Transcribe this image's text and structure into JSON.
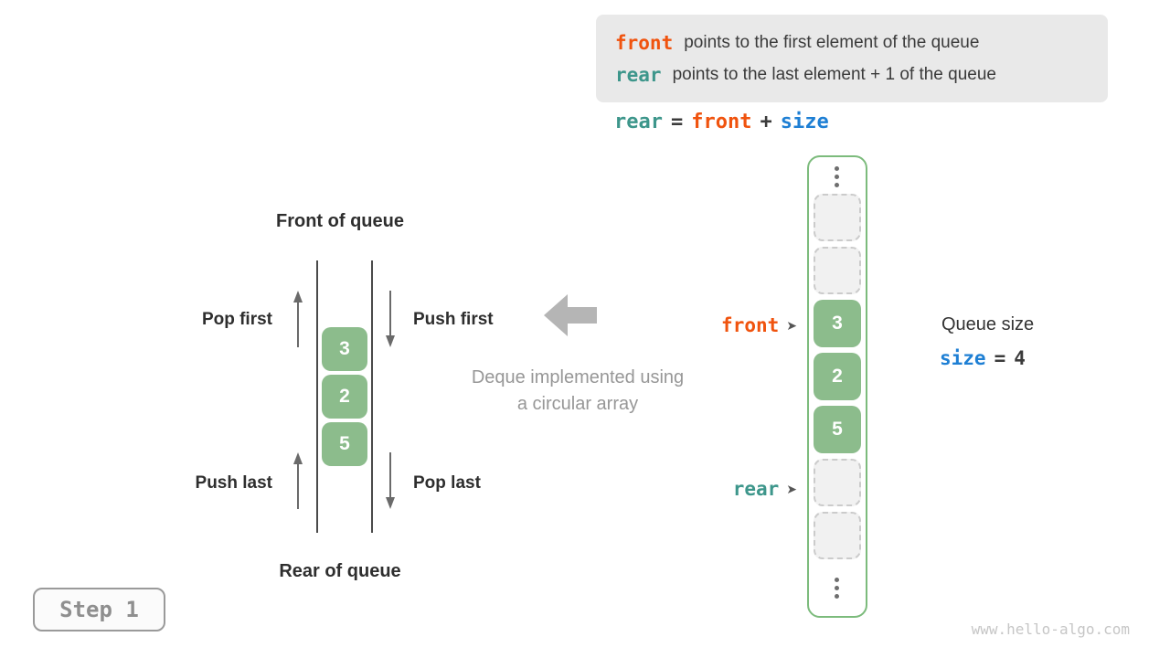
{
  "colors": {
    "front_orange": "#f0530e",
    "rear_teal": "#3d968b",
    "size_blue": "#1e7fd4",
    "cell_green": "#8cbc8c",
    "array_border_green": "#7cbb7c",
    "info_box_bg": "#e9e9e9",
    "muted_gray": "#979797"
  },
  "info_box": {
    "lines": [
      {
        "code": "front",
        "text": "points to the first element of the queue"
      },
      {
        "code": "rear",
        "text": "points to the last element + 1 of the queue"
      }
    ]
  },
  "formula": {
    "lhs": "rear",
    "eq": "=",
    "operand1": "front",
    "op": "+",
    "operand2": "size"
  },
  "left_queue": {
    "front_label": "Front of queue",
    "rear_label": "Rear of queue",
    "pop_first": "Pop first",
    "push_first": "Push first",
    "push_last": "Push last",
    "pop_last": "Pop last",
    "cells": [
      "3",
      "2",
      "5"
    ]
  },
  "caption": {
    "line1": "Deque implemented using",
    "line2": "a circular array"
  },
  "array": {
    "front_pointer": "front",
    "rear_pointer": "rear",
    "pointer_arrow_glyph": "➤",
    "cells": [
      {
        "state": "empty",
        "value": ""
      },
      {
        "state": "empty",
        "value": ""
      },
      {
        "state": "filled",
        "value": "3"
      },
      {
        "state": "filled",
        "value": "2"
      },
      {
        "state": "filled",
        "value": "5"
      },
      {
        "state": "empty",
        "value": ""
      },
      {
        "state": "empty",
        "value": ""
      }
    ]
  },
  "queue_size": {
    "title": "Queue size",
    "var": "size",
    "eq": "=",
    "value": "4"
  },
  "step_badge": {
    "label": "Step 1"
  },
  "watermark": "www.hello-algo.com"
}
